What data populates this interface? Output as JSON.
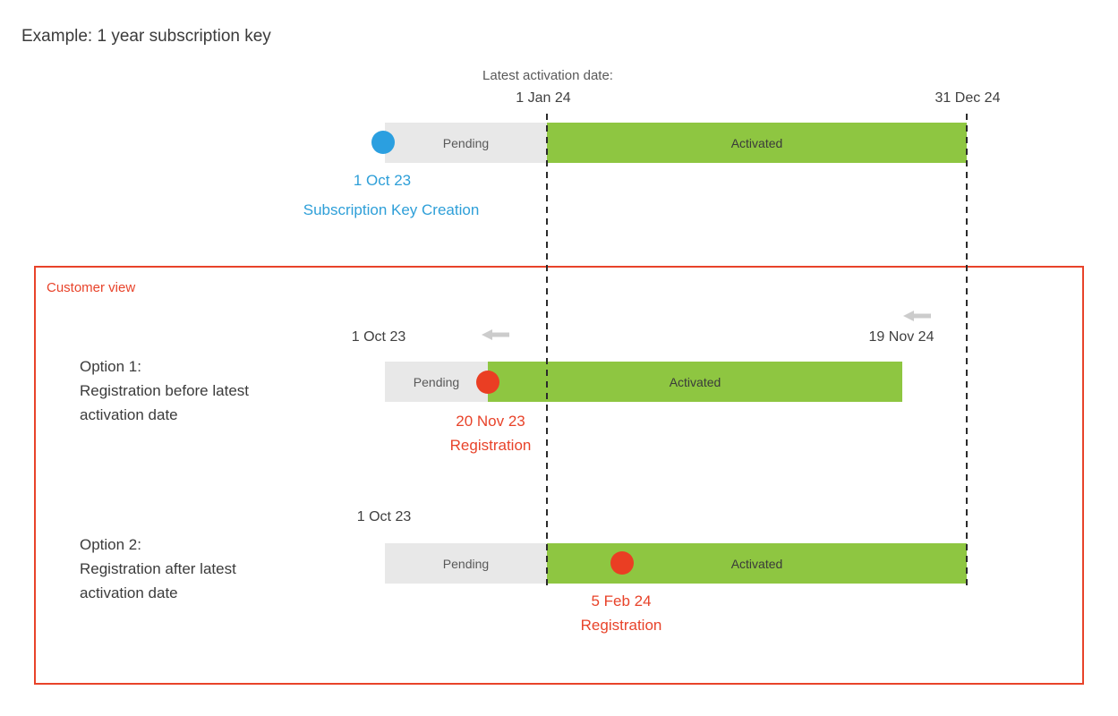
{
  "title": "Example: 1 year subscription key",
  "colors": {
    "activated_green": "#8ec641",
    "pending_gray": "#e8e8e8",
    "creation_blue": "#2b9fe0",
    "registration_red": "#e8432a",
    "dashed_line": "#2b2b2b",
    "shift_arrow_gray": "#cccccc"
  },
  "header": {
    "latest_activation_label": "Latest activation date:",
    "latest_activation_date": "1 Jan 24",
    "end_date": "31 Dec 24"
  },
  "top_timeline": {
    "pending_label": "Pending",
    "activated_label": "Activated",
    "creation_date": "1 Oct 23",
    "creation_label": "Subscription Key Creation"
  },
  "customer_view": {
    "label": "Customer view",
    "options": [
      {
        "name_line1": "Option 1:",
        "name_line2": "Registration before latest",
        "name_line3": "activation date",
        "start_date": "1 Oct 23",
        "end_date": "19 Nov 24",
        "pending_label": "Pending",
        "activated_label": "Activated",
        "registration_date": "20 Nov 23",
        "registration_label": "Registration"
      },
      {
        "name_line1": "Option 2:",
        "name_line2": "Registration after latest",
        "name_line3": "activation date",
        "start_date": "1 Oct 23",
        "pending_label": "Pending",
        "activated_label": "Activated",
        "registration_date": "5 Feb 24",
        "registration_label": "Registration"
      }
    ]
  }
}
